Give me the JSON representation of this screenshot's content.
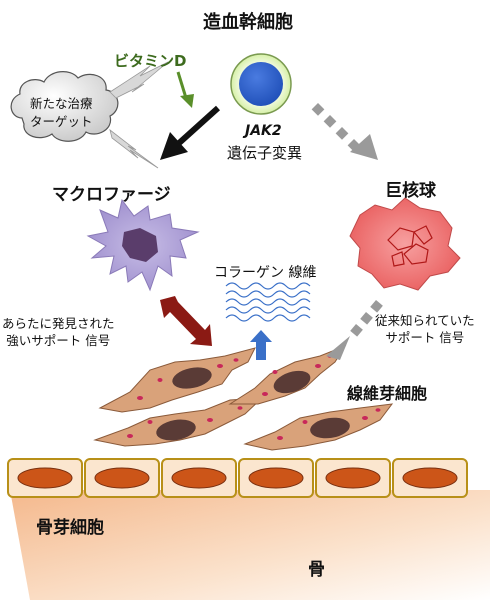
{
  "labels": {
    "hsc": "造血幹細胞",
    "vitamin_d": "ビタミンD",
    "new_target_line1": "新たな治療",
    "new_target_line2": "ターゲット",
    "jak2": "JAK2",
    "mutation": "遺伝子変異",
    "macrophage": "マクロファージ",
    "megakaryocyte": "巨核球",
    "collagen": "コラーゲン 線維",
    "new_signal_line1": "あらたに発見された",
    "new_signal_line2": "強いサポート 信号",
    "known_signal_line1": "従来知られていた",
    "known_signal_line2": "サポート 信号",
    "fibroblast": "線維芽細胞",
    "osteoblast": "骨芽細胞",
    "bone": "骨"
  },
  "colors": {
    "vitamin_d_text": "#3d6b1e",
    "vitamin_d_arrow": "#5a8f2a",
    "hsc_outer": "#d6f0a6",
    "hsc_nucleus": "#1f4fb8",
    "macrophage_body": "#a99ad4",
    "macrophage_nucleus": "#5a3d6b",
    "megakaryocyte_body": "#ef6e6e",
    "megakaryocyte_outline": "#b01818",
    "fibroblast_body": "#d9a27a",
    "fibroblast_nucleus": "#5a3b36",
    "fibroblast_dots": "#c8285a",
    "osteoblast_fill": "#fbe6cf",
    "osteoblast_border": "#b89018",
    "osteoblast_nucleus": "#cc5518",
    "bone_gradient_start": "#f4b88c",
    "collagen_fibers": "#3a70c8",
    "collagen_arrow": "#3a70c8",
    "new_signal_arrow": "#8b1a14",
    "black_arrow": "#111111",
    "gray_arrows": "#9a9a9a"
  },
  "icons": {
    "hsc": "hematopoietic-stem-cell-icon",
    "macrophage": "macrophage-cell-icon",
    "megakaryocyte": "megakaryocyte-cell-icon",
    "fibroblast": "fibroblast-cell-icon",
    "osteoblast": "osteoblast-cell-icon",
    "thought_cloud": "thought-cloud-icon",
    "lightning": "lightning-bolt-icon"
  }
}
